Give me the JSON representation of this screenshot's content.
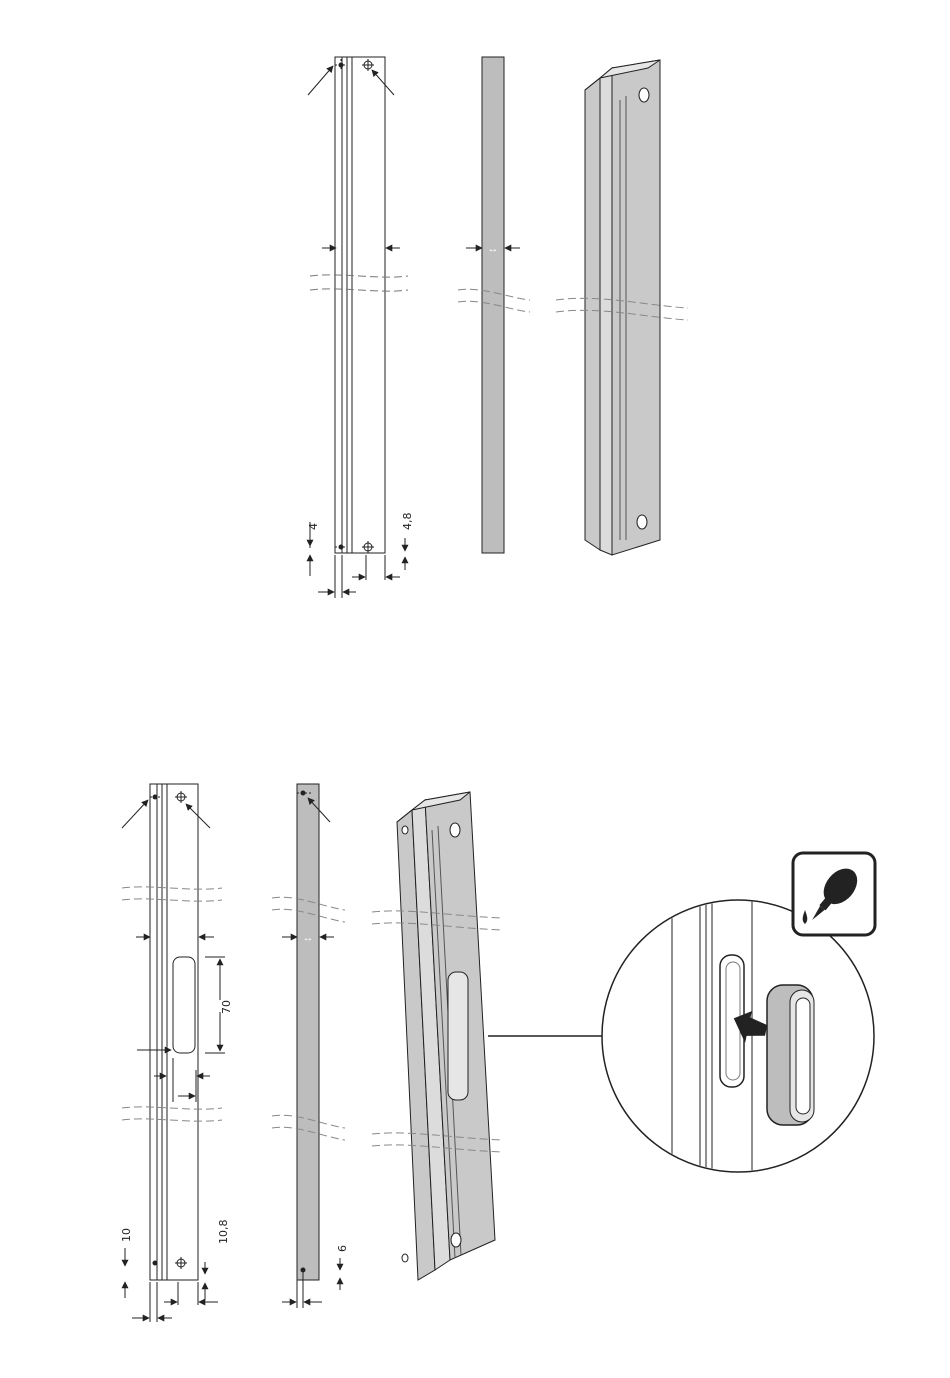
{
  "figure_top": {
    "dims": {
      "left_offset": "4",
      "right_offset": "4,8"
    }
  },
  "figure_bottom": {
    "dims": {
      "left_offset": "10",
      "right_offset": "10,8",
      "slot_length": "70",
      "strip_offset": "6"
    }
  },
  "glyphs": {
    "width_symbol": "↔"
  },
  "colors": {
    "line": "#222222",
    "profile_fill": "#c9c9c9",
    "strip_fill": "#bdbdbd",
    "light_fill": "#e6e6e6",
    "paper": "#ffffff"
  },
  "icons": {
    "glue": "glue-bottle-icon",
    "push": "push-arrow-icon"
  }
}
